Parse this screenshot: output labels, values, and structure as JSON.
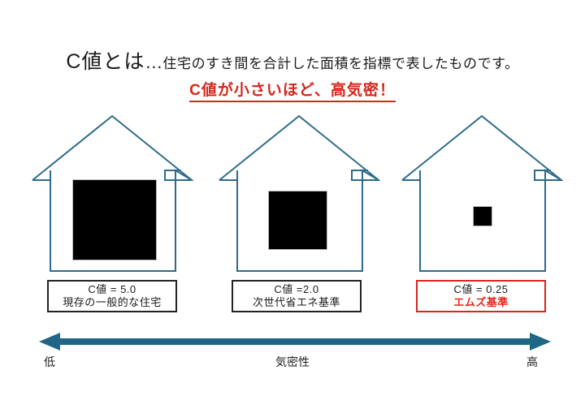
{
  "title": {
    "main_big": "C値とは",
    "main_dots": "…",
    "main_small": "住宅のすき間を合計した面積を指標で表したものです。",
    "emphasis": "C値が小さいほど、高気密！",
    "emphasis_color": "#d8261c"
  },
  "colors": {
    "house_outline": "#2e6b8a",
    "arrow": "#1f6586",
    "leak_fill": "#000000",
    "accent_red": "#d8261c",
    "text": "#1a1a1a"
  },
  "houses": [
    {
      "icon": "house-icon",
      "leak_label": "leak-area-large",
      "leak_width": 102,
      "leak_height": 98,
      "c_value": "5.0",
      "label_line1": "C値 = 5.0",
      "label_line2": "現存の一般的な住宅",
      "highlight": false
    },
    {
      "icon": "house-icon",
      "leak_label": "leak-area-medium",
      "leak_width": 71,
      "leak_height": 71,
      "c_value": "2.0",
      "label_line1": "C値 =2.0",
      "label_line2": "次世代省エネ基準",
      "highlight": false
    },
    {
      "icon": "house-icon",
      "leak_label": "leak-area-small",
      "leak_width": 22,
      "leak_height": 23,
      "c_value": "0.25",
      "label_line1": "C値 = 0.25",
      "label_line2": "エムズ基準",
      "highlight": true
    }
  ],
  "axis": {
    "icon": "double-arrow-icon",
    "left_label": "低",
    "center_label": "気密性",
    "right_label": "高"
  },
  "chart_data": {
    "type": "bar",
    "title": "C値とは…住宅のすき間を合計した面積を指標で表したものです。",
    "subtitle": "C値が小さいほど、高気密！",
    "categories": [
      "現存の一般的な住宅",
      "次世代省エネ基準",
      "エムズ基準"
    ],
    "values": [
      5.0,
      2.0,
      0.25
    ],
    "value_labels": [
      "C値 = 5.0",
      "C値 =2.0",
      "C値 = 0.25"
    ],
    "xlabel": "気密性",
    "ylabel": "C値",
    "axis_min_label": "低",
    "axis_max_label": "高",
    "ylim": [
      0,
      5.0
    ],
    "grid": false,
    "legend": "none",
    "note": "Black square area inside each house icon is proportional to the C value (gap area per floor area)."
  }
}
